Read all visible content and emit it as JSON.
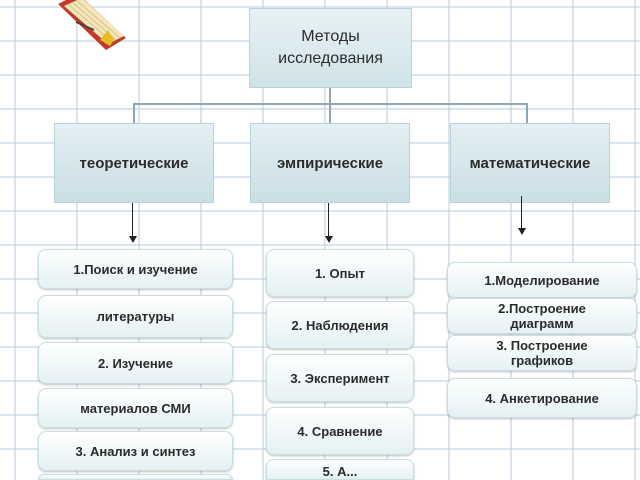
{
  "diagram": {
    "root": "Методы исследования",
    "categories": {
      "theoretical": "теоретические",
      "empirical": "эмпирические",
      "mathematical": "математические"
    },
    "theoretical_items": [
      "1.Поиск и изучение",
      "литературы",
      "2. Изучение",
      "материалов СМИ",
      "3. Анализ и синтез",
      ""
    ],
    "empirical_items": [
      "1. Опыт",
      "2. Наблюдения",
      "3. Эксперимент",
      "4. Сравнение",
      "5. А..."
    ],
    "mathematical_items": [
      "1.Моделирование",
      "2.Построение диаграмм",
      "3. Построение графиков",
      "4. Анкетирование"
    ]
  },
  "colors": {
    "box_fill": "#d7e8ec",
    "item_fill": "#f2f8f9",
    "grid_lines": "#bccde0",
    "connector": "#8fa6b2"
  }
}
